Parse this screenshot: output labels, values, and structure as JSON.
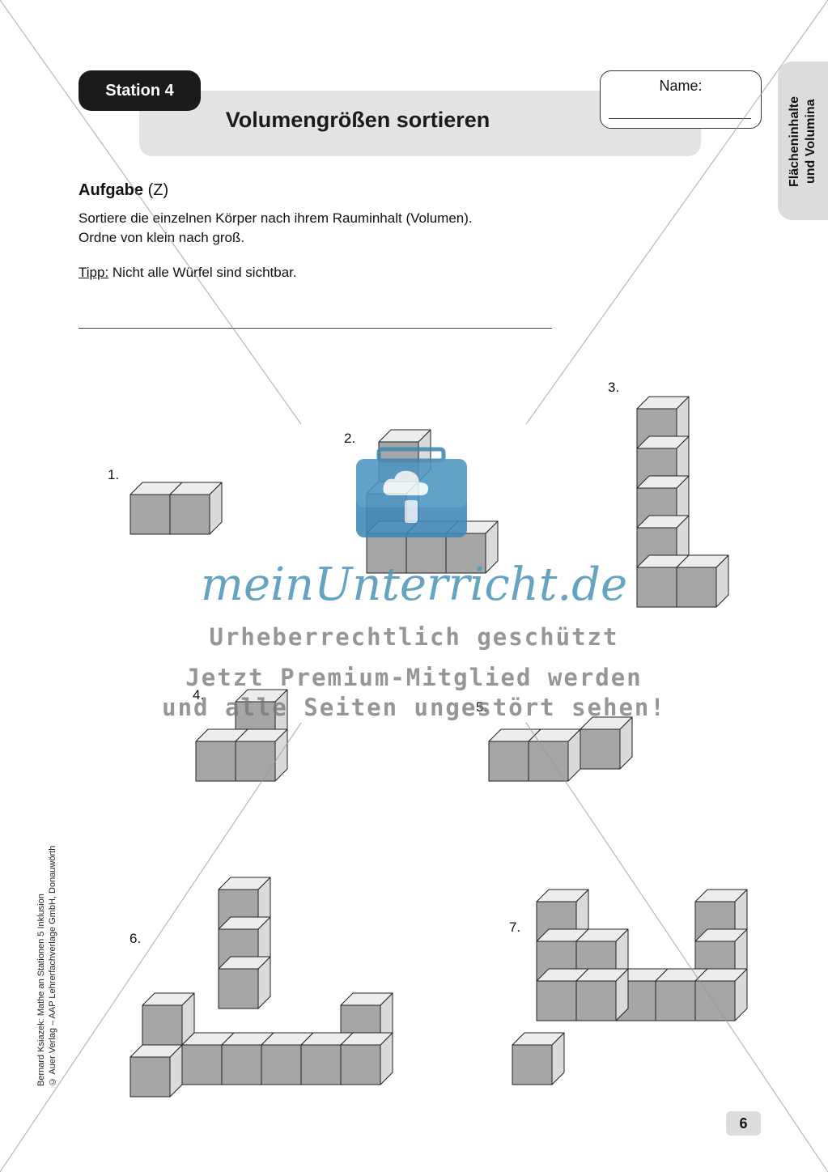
{
  "header": {
    "station": "Station 4",
    "title": "Volumengrößen sortieren",
    "name_label": "Name:"
  },
  "side_tab": "Flächeninhalte und Volumina",
  "task": {
    "heading": "Aufgabe",
    "heading_suffix": "(Z)",
    "line1": "Sortiere die einzelnen Körper nach ihrem Rauminhalt (Volumen).",
    "line2": "Ordne von klein nach groß.",
    "tip_label": "Tipp:",
    "tip_text": "Nicht alle Würfel sind sichtbar."
  },
  "figures": {
    "f1": "1.",
    "f2": "2.",
    "f3": "3.",
    "f4": "4.",
    "f5": "5.",
    "f6": "6.",
    "f7": "7."
  },
  "credit": {
    "line1": "Bernard Ksiazek: Mathe an Stationen 5 Inklusion",
    "line2": "© Auer Verlag – AAP Lehrerfachverlage GmbH, Donauwörth"
  },
  "page_number": "6",
  "watermark": {
    "logo": "meinUnterricht.de",
    "line1": "Urheberrechtlich geschützt",
    "line2": "Jetzt Premium-Mitglied werden",
    "line3": "und alle Seiten ungestört sehen!"
  },
  "colors": {
    "cube_front": "#a6a6a6",
    "cube_top": "#ededed",
    "cube_side": "#dadada",
    "watermark_blue": "#3f87b5"
  }
}
